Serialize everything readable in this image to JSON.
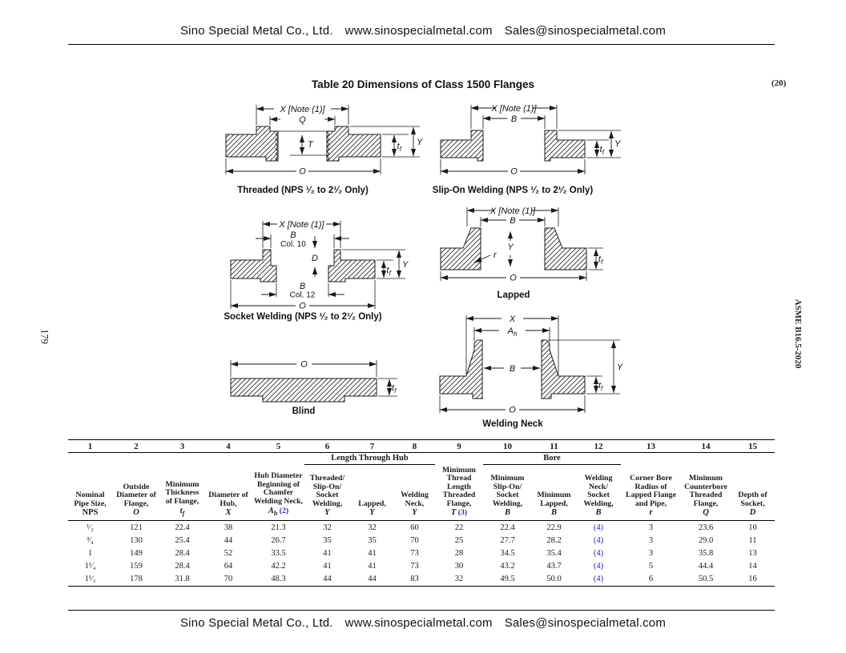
{
  "brand": {
    "company": "Sino Special Metal Co., Ltd.",
    "website": "www.sinospecialmetal.com",
    "email": "Sales@sinospecialmetal.com"
  },
  "page": {
    "title": "Table 20 Dimensions of Class 1500 Flanges",
    "corner_note": "(20)",
    "page_number": "179",
    "standard": "ASME B16.5-2020"
  },
  "figures": {
    "labels": {
      "x_note": "X [Note (1)]",
      "x": "X",
      "q": "Q",
      "t": "T",
      "o": "O",
      "y": "Y",
      "b": "B",
      "d": "D",
      "r": "r",
      "t_var": "t",
      "t_sub": "f",
      "a_var": "A",
      "a_sub": "h",
      "col10": "Col. 10",
      "col12": "Col. 12"
    },
    "captions": {
      "threaded": "Threaded (NPS ¹⁄₂ to 2¹⁄₂ Only)",
      "slip_on": "Slip-On Welding (NPS ¹⁄₂ to 2¹⁄₂ Only)",
      "socket": "Socket Welding (NPS ¹⁄₂ to 2¹⁄₂ Only)",
      "lapped": "Lapped",
      "blind": "Blind",
      "welding_neck": "Welding Neck"
    }
  },
  "table": {
    "column_numbers": [
      "1",
      "2",
      "3",
      "4",
      "5",
      "6",
      "7",
      "8",
      "9",
      "10",
      "11",
      "12",
      "13",
      "14",
      "15"
    ],
    "groups": {
      "length_through_hub": "Length Through Hub",
      "bore": "Bore"
    },
    "columns": [
      {
        "text": "Nominal Pipe Size,",
        "var": "NPS",
        "sub": "",
        "note": ""
      },
      {
        "text": "Outside Diameter of Flange,",
        "var": "O",
        "sub": "",
        "note": ""
      },
      {
        "text": "Minimum Thickness of Flange,",
        "var": "t",
        "sub": "f",
        "note": ""
      },
      {
        "text": "Diameter of Hub,",
        "var": "X",
        "sub": "",
        "note": ""
      },
      {
        "text": "Hub Diameter Beginning of Chamfer Welding Neck,",
        "var": "A",
        "sub": "h",
        "note": "(2)"
      },
      {
        "text": "Threaded/ Slip-On/ Socket Welding,",
        "var": "Y",
        "sub": "",
        "note": ""
      },
      {
        "text": "Lapped,",
        "var": "Y",
        "sub": "",
        "note": ""
      },
      {
        "text": "Welding Neck,",
        "var": "Y",
        "sub": "",
        "note": ""
      },
      {
        "text": "Minimum Thread Length Threaded Flange,",
        "var": "T",
        "sub": "",
        "note": "(3)"
      },
      {
        "text": "Minimum Slip-On/ Socket Welding,",
        "var": "B",
        "sub": "",
        "note": ""
      },
      {
        "text": "Minimum Lapped,",
        "var": "B",
        "sub": "",
        "note": ""
      },
      {
        "text": "Welding Neck/ Socket Welding,",
        "var": "B",
        "sub": "",
        "note": ""
      },
      {
        "text": "Corner Bore Radius of Lapped Flange and Pipe,",
        "var": "r",
        "sub": "",
        "note": ""
      },
      {
        "text": "Minimum Counterbore Threaded Flange,",
        "var": "Q",
        "sub": "",
        "note": ""
      },
      {
        "text": "Depth of Socket,",
        "var": "D",
        "sub": "",
        "note": ""
      }
    ],
    "rows": [
      [
        "¹⁄₂",
        "121",
        "22.4",
        "38",
        "21.3",
        "32",
        "32",
        "60",
        "22",
        "22.4",
        "22.9",
        "(4)",
        "3",
        "23.6",
        "10"
      ],
      [
        "³⁄₄",
        "130",
        "25.4",
        "44",
        "26.7",
        "35",
        "35",
        "70",
        "25",
        "27.7",
        "28.2",
        "(4)",
        "3",
        "29.0",
        "11"
      ],
      [
        "1",
        "149",
        "28.4",
        "52",
        "33.5",
        "41",
        "41",
        "73",
        "28",
        "34.5",
        "35.4",
        "(4)",
        "3",
        "35.8",
        "13"
      ],
      [
        "1¹⁄₄",
        "159",
        "28.4",
        "64",
        "42.2",
        "41",
        "41",
        "73",
        "30",
        "43.2",
        "43.7",
        "(4)",
        "5",
        "44.4",
        "14"
      ],
      [
        "1¹⁄₂",
        "178",
        "31.8",
        "70",
        "48.3",
        "44",
        "44",
        "83",
        "32",
        "49.5",
        "50.0",
        "(4)",
        "6",
        "50.5",
        "16"
      ]
    ]
  },
  "colors": {
    "note_link": "#2424c8",
    "ink": "#1a1a1a"
  }
}
